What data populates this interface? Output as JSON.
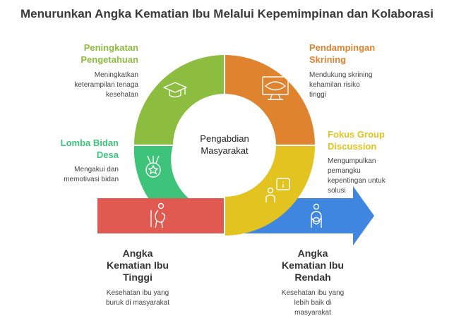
{
  "title": "Menurunkan Angka Kematian Ibu Melalui Kepemimpinan dan Kolaborasi",
  "center": {
    "line1": "Pengabdian",
    "line2": "Masyarakat"
  },
  "colors": {
    "green": "#8cbd3f",
    "orange": "#e0832f",
    "yellow": "#e2c31f",
    "teal": "#3ec47a",
    "red": "#e05a52",
    "blue": "#3f86e0"
  },
  "items": [
    {
      "key": "peningkatan",
      "title_line1": "Peningkatan",
      "title_line2": "Pengetahuan",
      "desc_line1": "Meningkatkan",
      "desc_line2": "keterampilan tenaga",
      "desc_line3": "kesehatan",
      "icon": "graduation-cap-icon"
    },
    {
      "key": "pendampingan",
      "title_line1": "Pendampingan",
      "title_line2": "Skrining",
      "desc_line1": "Mendukung skrining",
      "desc_line2": "kehamilan risiko",
      "desc_line3": "tinggi",
      "icon": "monitor-screening-icon"
    },
    {
      "key": "fgd",
      "title_line1": "Fokus Group",
      "title_line2": "Discussion",
      "desc_line1": "Mengumpulkan",
      "desc_line2": "pemangku",
      "desc_line3": "kepentingan untuk",
      "desc_line4": "solusi",
      "icon": "person-info-icon"
    },
    {
      "key": "lomba",
      "title_line1": "Lomba Bidan",
      "title_line2": "Desa",
      "desc_line1": "Mengakui dan",
      "desc_line2": "memotivasi bidan",
      "icon": "medal-icon"
    }
  ],
  "outcomes": {
    "high": {
      "title_line1": "Angka",
      "title_line2": "Kematian Ibu",
      "title_line3": "Tinggi",
      "desc_line1": "Kesehatan ibu yang",
      "desc_line2": "buruk di masyarakat",
      "icon": "pregnant-woman-icon"
    },
    "low": {
      "title_line1": "Angka",
      "title_line2": "Kematian Ibu",
      "title_line3": "Rendah",
      "desc_line1": "Kesehatan ibu yang",
      "desc_line2": "lebih baik di",
      "desc_line3": "masyarakat",
      "icon": "mother-baby-icon"
    }
  }
}
